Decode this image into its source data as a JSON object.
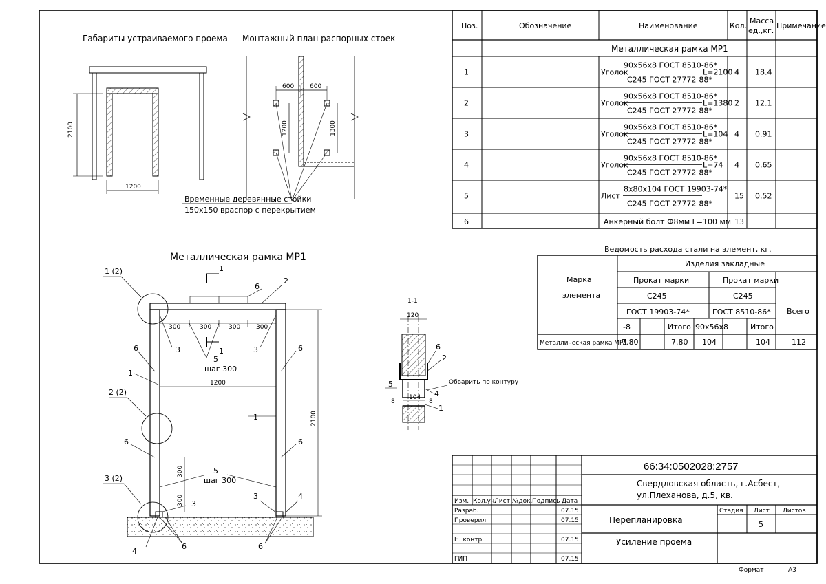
{
  "drawings": {
    "opening_title": "Габариты устраиваемого проема",
    "mounting_title": "Монтажный план распорных стоек",
    "opening_h": "2100",
    "opening_w": "1200",
    "mount_d1": "600",
    "mount_d2": "600",
    "mount_d3": "1200",
    "mount_d4": "1300",
    "posts_note_1": "Временные деревянные стойки",
    "posts_note_2": "150х150 враспор с перекрытием",
    "frame_title": "Металлическая рамка МР1",
    "sec_mark": "1",
    "sec_label": "1-1",
    "step_300": "300",
    "step_note": "шаг 300",
    "frame_w": "1200",
    "frame_h": "2100",
    "callout_1_2": "1 (2)",
    "callout_2_2": "2 (2)",
    "callout_3_2": "3 (2)",
    "n1": "1",
    "n2": "2",
    "n3": "3",
    "n4": "4",
    "n5": "5",
    "n6": "6",
    "sec_w": "120",
    "sec_w2": "104",
    "sec_t": "8",
    "weld_note": "Обварить по контуру"
  },
  "spec": {
    "headers": [
      "Поз.",
      "Обозначение",
      "Наименование",
      "Кол.",
      "Масса ед.,кг.",
      "Примечание"
    ],
    "group": "Металлическая рамка МР1",
    "rows": [
      {
        "pos": "1",
        "prefix": "Уголок",
        "top": "90х56х8 ГОСТ 8510-86*",
        "bottom": "С245 ГОСТ 27772-88*",
        "len": "L=2100",
        "qty": "4",
        "mass": "18.4"
      },
      {
        "pos": "2",
        "prefix": "Уголок",
        "top": "90х56х8 ГОСТ 8510-86*",
        "bottom": "С245 ГОСТ 27772-88*",
        "len": "L=1380",
        "qty": "2",
        "mass": "12.1"
      },
      {
        "pos": "3",
        "prefix": "Уголок",
        "top": "90х56х8 ГОСТ 8510-86*",
        "bottom": "С245 ГОСТ 27772-88*",
        "len": "L=104",
        "qty": "4",
        "mass": "0.91"
      },
      {
        "pos": "4",
        "prefix": "Уголок",
        "top": "90х56х8 ГОСТ 8510-86*",
        "bottom": "С245 ГОСТ 27772-88*",
        "len": "L=74",
        "qty": "4",
        "mass": "0.65"
      },
      {
        "pos": "5",
        "prefix": "Лист",
        "top": "8х80х104 ГОСТ 19903-74*",
        "bottom": "С245 ГОСТ 27772-88*",
        "len": "",
        "qty": "15",
        "mass": "0.52"
      }
    ],
    "row6": {
      "pos": "6",
      "name": "Анкерный болт Ф8мм L=100 мм",
      "qty": "13"
    }
  },
  "steel": {
    "title": "Ведомость расхода стали на элемент, кг.",
    "embedded": "Изделия закладные",
    "mark_1": "Марка",
    "mark_2": "элемента",
    "rolled_1": "Прокат марки",
    "rolled_2": "Прокат марки",
    "grade_1": "С245",
    "grade_2": "С245",
    "std_1": "ГОСТ 19903-74*",
    "std_2": "ГОСТ 8510-86*",
    "total": "Всего",
    "sub_1": "-8",
    "itogo_1": "Итого",
    "sub_2": "90х56х8",
    "itogo_2": "Итого",
    "row": {
      "name": "Металлическая рамка МР1",
      "v1": "7.80",
      "v2": "7.80",
      "v3": "104",
      "v4": "104",
      "total": "112"
    }
  },
  "stamp": {
    "code": "66:34:0502028:2757",
    "address_1": "Свердловская область,  г.Асбест,",
    "address_2": "ул.Плеханова, д.5,  кв.",
    "heads": [
      "Изм.",
      "Кол.уч.",
      "Лист",
      "№док.",
      "Подпись",
      "Дата"
    ],
    "roles": [
      "Разраб.",
      "Проверил",
      "Н. контр.",
      "ГИП"
    ],
    "date": "07.15",
    "project": "Перепланировка",
    "sheet_title": "Усиление проема",
    "stage": "Стадия",
    "sheet": "Лист",
    "sheets": "Листов",
    "sheet_no": "5",
    "format_label": "Формат",
    "format": "А3"
  }
}
